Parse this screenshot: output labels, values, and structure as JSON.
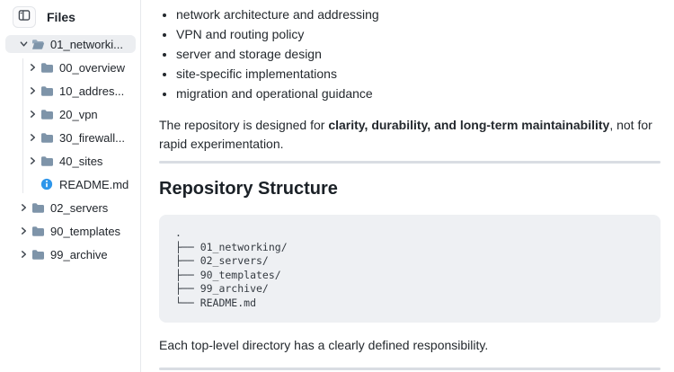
{
  "sidebar": {
    "title": "Files",
    "toggle_icon": "sidebar-toggle-icon",
    "tree": [
      {
        "label": "01_networki...",
        "level": 0,
        "chevron": "down",
        "icon": "folder-open",
        "selected": true
      },
      {
        "label": "00_overview",
        "level": 1,
        "chevron": "right",
        "icon": "folder",
        "selected": false
      },
      {
        "label": "10_addres...",
        "level": 1,
        "chevron": "right",
        "icon": "folder",
        "selected": false
      },
      {
        "label": "20_vpn",
        "level": 1,
        "chevron": "right",
        "icon": "folder",
        "selected": false
      },
      {
        "label": "30_firewall...",
        "level": 1,
        "chevron": "right",
        "icon": "folder",
        "selected": false
      },
      {
        "label": "40_sites",
        "level": 1,
        "chevron": "right",
        "icon": "folder",
        "selected": false
      },
      {
        "label": "README.md",
        "level": 1,
        "chevron": "none",
        "icon": "info",
        "selected": false
      },
      {
        "label": "02_servers",
        "level": 0,
        "chevron": "right",
        "icon": "folder",
        "selected": false
      },
      {
        "label": "90_templates",
        "level": 0,
        "chevron": "right",
        "icon": "folder",
        "selected": false
      },
      {
        "label": "99_archive",
        "level": 0,
        "chevron": "right",
        "icon": "folder",
        "selected": false
      }
    ]
  },
  "content": {
    "bullets": [
      "network architecture and addressing",
      "VPN and routing policy",
      "server and storage design",
      "site-specific implementations",
      "migration and operational guidance"
    ],
    "paragraph1": {
      "pre": "The repository is designed for ",
      "bold": "clarity, durability, and long-term maintainability",
      "post": ", not for rapid experimentation."
    },
    "heading": "Repository Structure",
    "code": ".\n├── 01_networking/\n├── 02_servers/\n├── 90_templates/\n├── 99_archive/\n└── README.md",
    "paragraph2": "Each top-level directory has a clearly defined responsibility."
  },
  "colors": {
    "folder_icon": "#7e94a9",
    "folder_open_back": "#94a8bb",
    "info_icon": "#2e96ea",
    "chevron": "#3d444d",
    "selected_row_bg": "#eceef1",
    "rule": "#d9dde3",
    "code_bg": "#eef0f3",
    "sidebar_border": "#e7e9ec",
    "text": "#24292e"
  }
}
